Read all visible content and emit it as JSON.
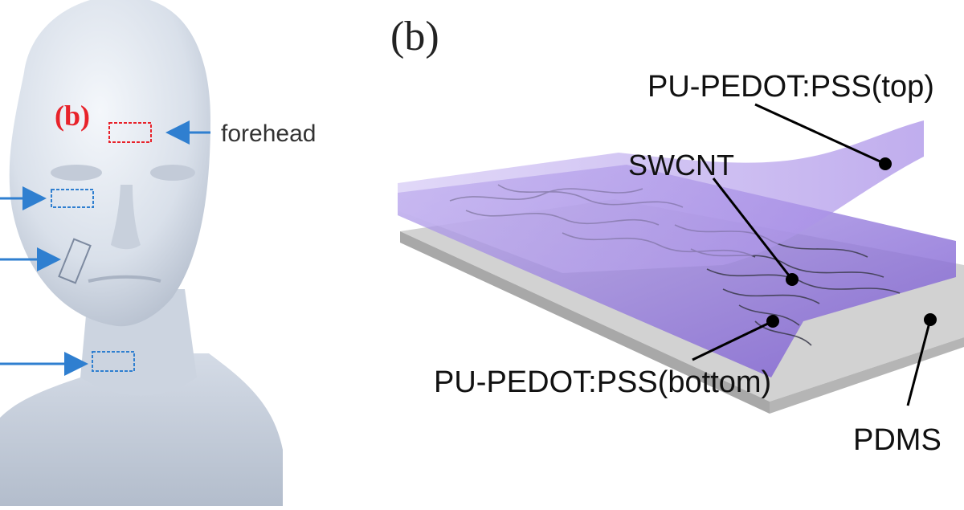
{
  "left_panel": {
    "marker_b": "(b)",
    "forehead_label": "forehead"
  },
  "right_panel": {
    "panel_label": "(b)",
    "labels": {
      "top_layer": "PU-PEDOT:PSS(top)",
      "swcnt": "SWCNT",
      "bottom_layer": "PU-PEDOT:PSS(bottom)",
      "substrate": "PDMS"
    }
  },
  "colors": {
    "arrow_blue": "#2f7fd0",
    "marker_red": "#e8222a",
    "film_purple": "#8a6fd3",
    "pdms_gray": "#c9c9c9"
  }
}
